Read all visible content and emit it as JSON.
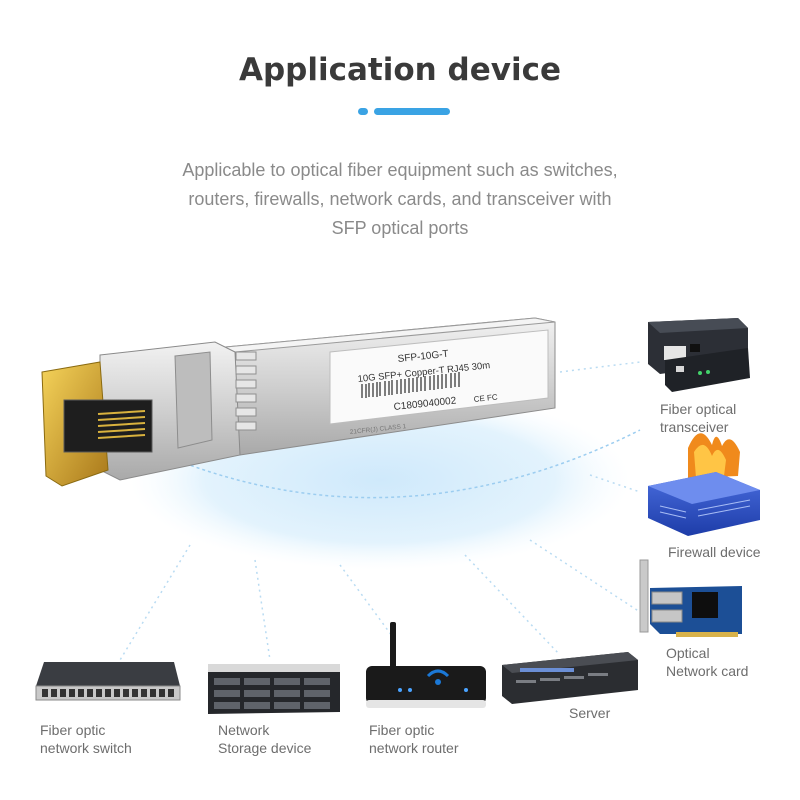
{
  "header": {
    "title": "Application device",
    "accent_color": "#3aa3e4"
  },
  "description": {
    "lines": [
      "Applicable to optical fiber equipment such as switches,",
      "routers, firewalls, network cards, and transceiver with",
      "SFP optical ports"
    ]
  },
  "module": {
    "label_line1": "SFP-10G-T",
    "label_line2": "10G SFP+ Copper-T RJ45 30m",
    "serial": "C1809040002",
    "marks": "CE FC",
    "class_text": "21CFR(J) CLASS 1"
  },
  "devices": [
    {
      "name": "fiber-optical-transceiver",
      "lines": [
        "Fiber optical",
        "transceiver"
      ],
      "icon": "transceiver-icon"
    },
    {
      "name": "firewall-device",
      "lines": [
        "Firewall device"
      ],
      "icon": "firewall-icon"
    },
    {
      "name": "optical-network-card",
      "lines": [
        "Optical",
        "Network card"
      ],
      "icon": "network-card-icon"
    },
    {
      "name": "server",
      "lines": [
        "Server"
      ],
      "icon": "server-icon"
    },
    {
      "name": "fiber-optic-network-router",
      "lines": [
        "Fiber optic",
        "network router"
      ],
      "icon": "router-icon"
    },
    {
      "name": "network-storage-device",
      "lines": [
        "Network",
        "Storage device"
      ],
      "icon": "storage-icon"
    },
    {
      "name": "fiber-optic-network-switch",
      "lines": [
        "Fiber optic",
        "network switch"
      ],
      "icon": "switch-icon"
    }
  ]
}
